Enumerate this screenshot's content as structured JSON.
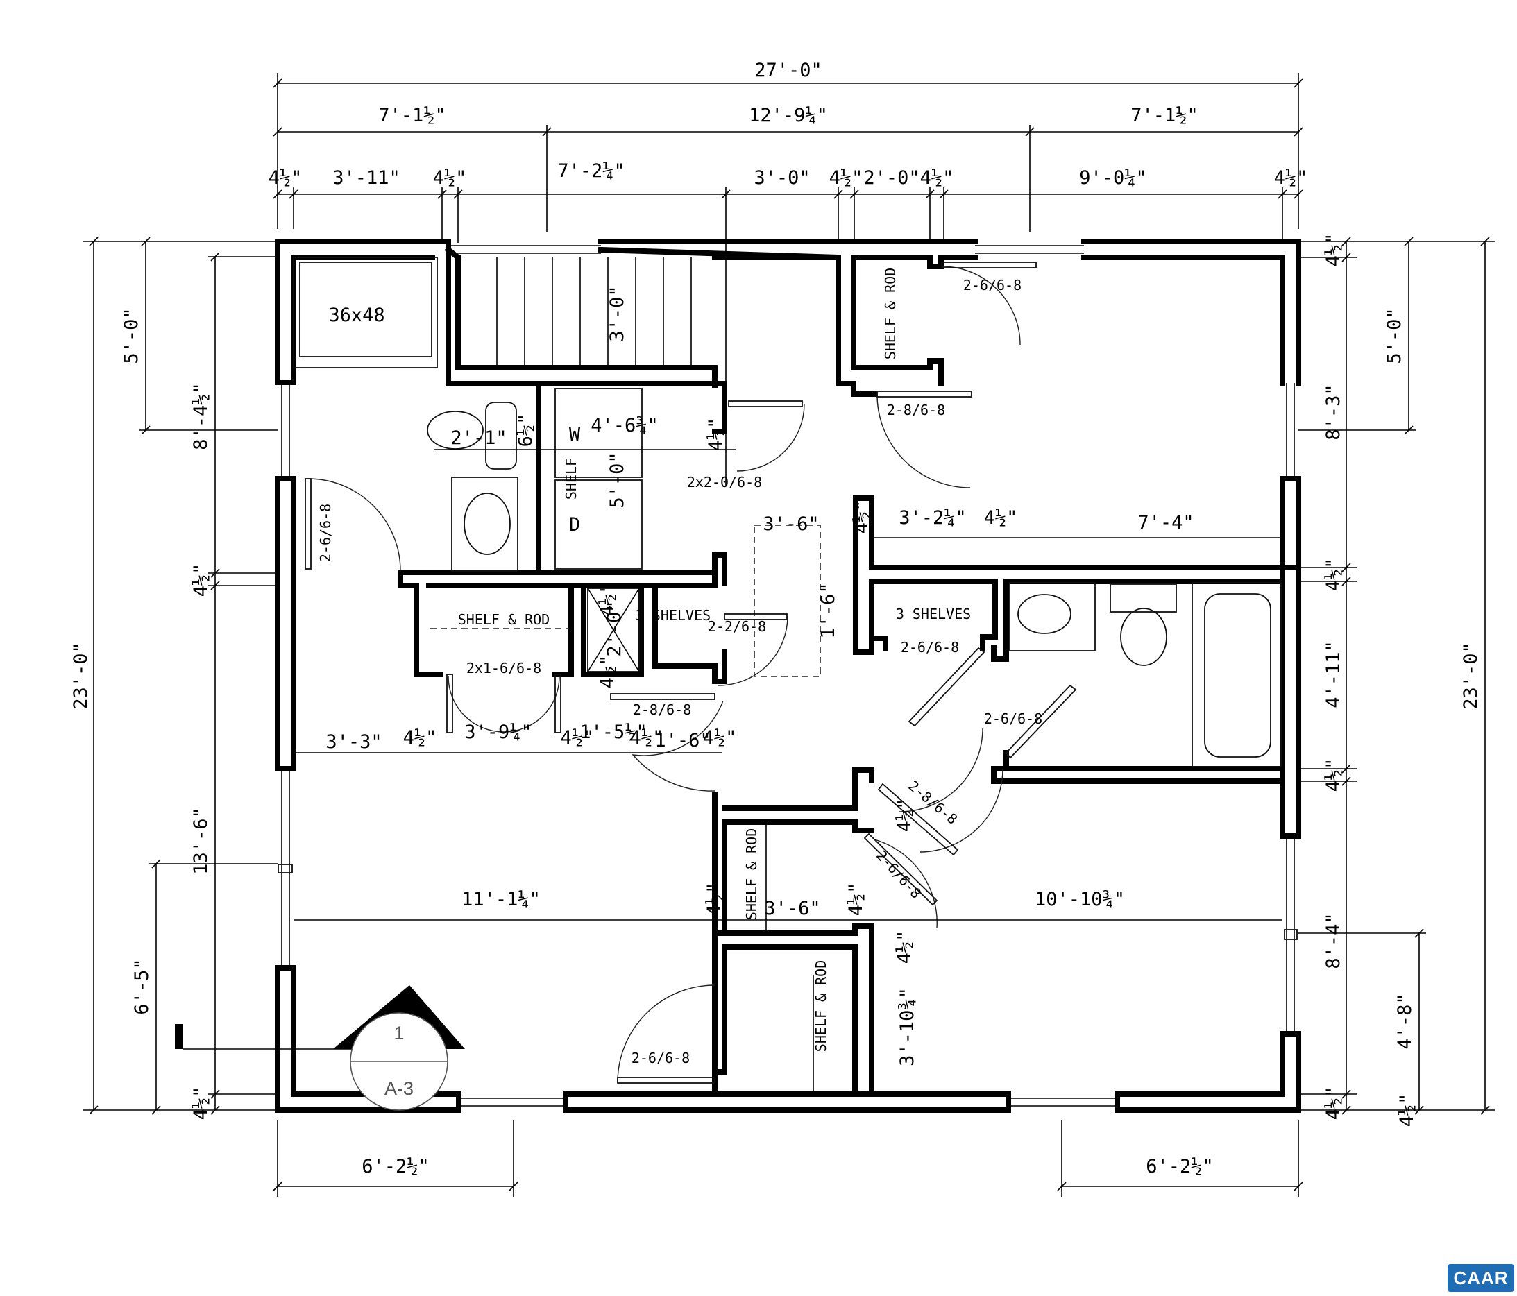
{
  "dimensions_top": {
    "overall": "27'-0\"",
    "row2": [
      "7'-1½\"",
      "12'-9¼\"",
      "7'-1½\""
    ],
    "row3": [
      "4½\"",
      "3'-11\"",
      "4½\"",
      "7'-2¼\"",
      "3'-0\"",
      "4½\"",
      "2'-0\"",
      "4½\"",
      "9'-0¼\"",
      "4½\""
    ]
  },
  "dimensions_left": {
    "overall": "23'-0\"",
    "segments": [
      "5'-0\"",
      "8'-4½\"",
      "4½\"",
      "13'-6\"",
      "6'-5\"",
      "4½\""
    ]
  },
  "dimensions_right": {
    "overall": "23'-0\"",
    "segments": [
      "4½\"",
      "5'-0\"",
      "8'-3\"",
      "4½\"",
      "4'-11\"",
      "4½\"",
      "8'-4\"",
      "4'-8\"",
      "4½\""
    ]
  },
  "dimensions_bottom": [
    "6'-2½\"",
    "6'-2½\""
  ],
  "interior_dims": [
    "3'-0\"",
    "2'-1\"",
    "6½\"",
    "4'-6¾\"",
    "4½\"",
    "5'-0\"",
    "3'-6\"",
    "1'-6\"",
    "4½\"",
    "3'-2¼\"",
    "4½\"",
    "7'-4\"",
    "4½\"",
    "2'-0\"",
    "4½\"",
    "3'-3\"",
    "4½\"",
    "3'-9¼\"",
    "4½\"",
    "1'-5½\"",
    "4½\"",
    "1'-6\"",
    "4½\"",
    "11'-1¼\"",
    "4½\"",
    "3'-6\"",
    "4½\"",
    "10'-10¾\"",
    "4½\"",
    "4½\"",
    "3'-10¾\"",
    "4½\""
  ],
  "labels": {
    "shower": "36x48",
    "washer": "W",
    "dryer": "D",
    "laundry_shelf": "SHELF",
    "closet_top": "SHELF & ROD",
    "closet_mid": "SHELF & ROD",
    "closet_bed_left": "SHELF & ROD",
    "closet_bed_right": "SHELF & ROD",
    "shelves_1": "3 SHELVES",
    "shelves_2": "3 SHELVES"
  },
  "doors": [
    "2-6/6-8",
    "2-8/6-8",
    "2x2-0/6-8",
    "2-6/6-8",
    "2x1-6/6-8",
    "2-2/6-8",
    "2-8/6-8",
    "2-6/6-8",
    "2-6/6-8",
    "2-8/6-8",
    "2-6/6-8",
    "2-6/6-8"
  ],
  "section_marker": {
    "number": "1",
    "sheet": "A-3"
  },
  "logo": "CAAR",
  "colors": {
    "line": "#000000",
    "background": "#ffffff",
    "logo": "#1f6db5"
  }
}
